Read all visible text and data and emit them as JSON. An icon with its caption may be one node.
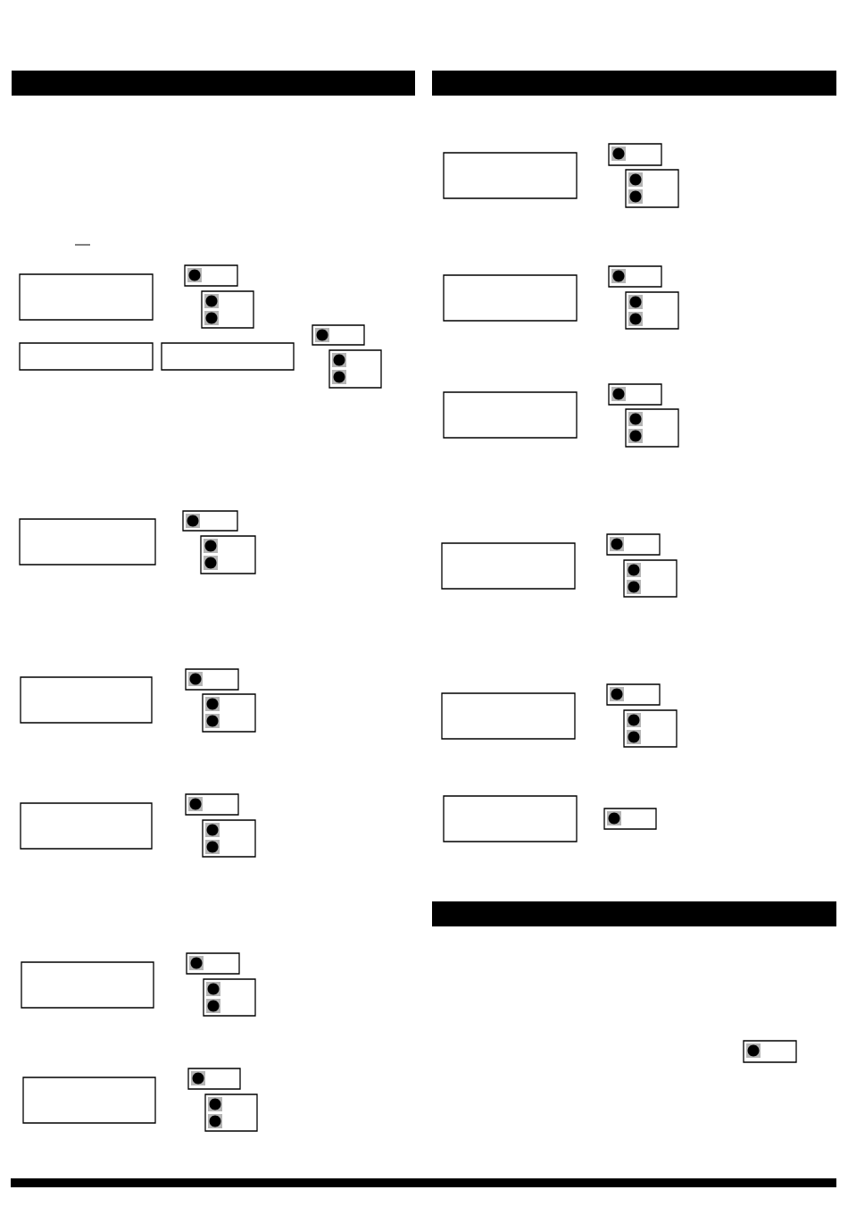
{
  "diagram": {
    "nodes": [
      {
        "text": [],
        "shape": "bar"
      },
      {
        "text": [],
        "shape": "box"
      },
      {
        "text": [],
        "shape": "box"
      },
      {
        "text": [],
        "shape": "box"
      },
      {
        "text": [],
        "shape": "box"
      },
      {
        "text": [],
        "shape": "box"
      },
      {
        "text": [],
        "shape": "box"
      },
      {
        "text": [],
        "shape": "box"
      },
      {
        "text": [],
        "shape": "box"
      },
      {
        "text": [],
        "shape": "box"
      },
      {
        "text": [],
        "shape": "box"
      },
      {
        "text": [],
        "shape": "box"
      },
      {
        "text": [],
        "shape": "box"
      },
      {
        "text": [],
        "shape": "box"
      },
      {
        "text": [],
        "shape": "box"
      },
      {
        "text": [],
        "shape": "box"
      },
      {
        "text": [],
        "shape": "box"
      },
      {
        "text": [],
        "shape": "box"
      },
      {
        "text": [],
        "shape": "box"
      },
      {
        "text": [],
        "shape": "box"
      },
      {
        "text": [],
        "shape": "box"
      },
      {
        "text": [],
        "shape": "box"
      },
      {
        "text": [],
        "shape": "box"
      },
      {
        "text": [],
        "shape": "bar"
      },
      {
        "text": [],
        "shape": "box"
      },
      {
        "text": [],
        "shape": "box"
      },
      {
        "text": [],
        "shape": "box"
      },
      {
        "text": [],
        "shape": "box"
      },
      {
        "text": [],
        "shape": "box"
      },
      {
        "text": [],
        "shape": "box"
      },
      {
        "text": [],
        "shape": "box"
      },
      {
        "text": [],
        "shape": "box"
      },
      {
        "text": [],
        "shape": "box"
      },
      {
        "text": [],
        "shape": "box"
      },
      {
        "text": [],
        "shape": "box"
      },
      {
        "text": [],
        "shape": "box"
      },
      {
        "text": [],
        "shape": "box"
      },
      {
        "text": [],
        "shape": "box"
      },
      {
        "text": [],
        "shape": "box"
      },
      {
        "text": [],
        "shape": "box"
      },
      {
        "text": [],
        "shape": "box"
      },
      {
        "text": [],
        "shape": "bar"
      },
      {
        "text": [],
        "shape": "box"
      }
    ]
  }
}
